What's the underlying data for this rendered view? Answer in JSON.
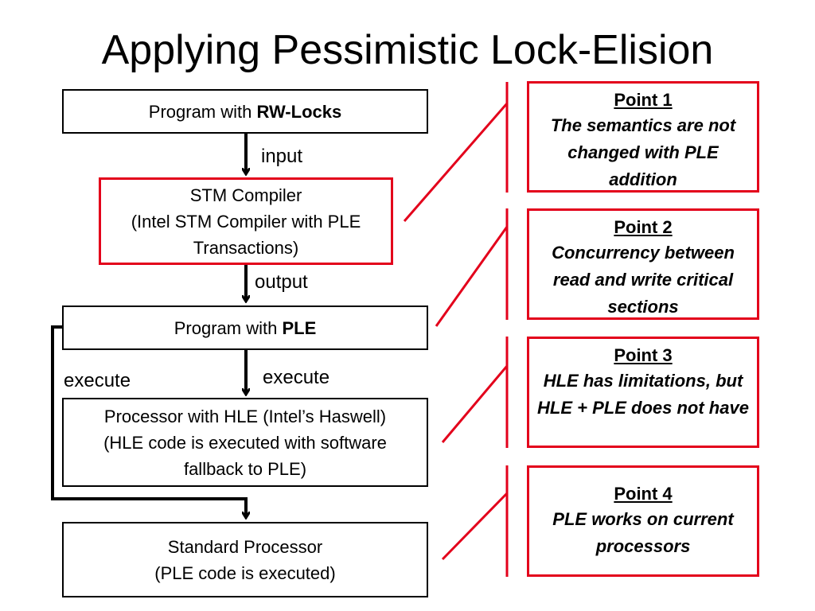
{
  "title": "Applying Pessimistic Lock-Elision",
  "flow": {
    "box1": {
      "text": "Program with ",
      "bold": "RW-Locks"
    },
    "box2": {
      "line1": "STM Compiler",
      "line2": "(Intel STM Compiler with PLE",
      "line3": "Transactions)"
    },
    "box3": {
      "text": "Program with ",
      "bold": "PLE"
    },
    "box4": {
      "line1": "Processor with HLE (Intel’s Haswell)",
      "line2": "(HLE code is executed with software",
      "line3": "fallback to PLE)"
    },
    "box5": {
      "line1": "Standard Processor",
      "line2": "(PLE code is executed)"
    }
  },
  "edge_labels": {
    "input": "input",
    "output": "output",
    "execute_right": "execute",
    "execute_left": "execute"
  },
  "points": [
    {
      "heading": "Point 1",
      "text": "The semantics are not changed with PLE addition"
    },
    {
      "heading": "Point 2",
      "text": "Concurrency between read and write critical sections"
    },
    {
      "heading": "Point 3",
      "text": "HLE has limitations, but HLE + PLE does not have"
    },
    {
      "heading": "Point 4",
      "text": "PLE works on current processors"
    }
  ],
  "colors": {
    "accent_red": "#e3001b",
    "line": "#000000"
  }
}
